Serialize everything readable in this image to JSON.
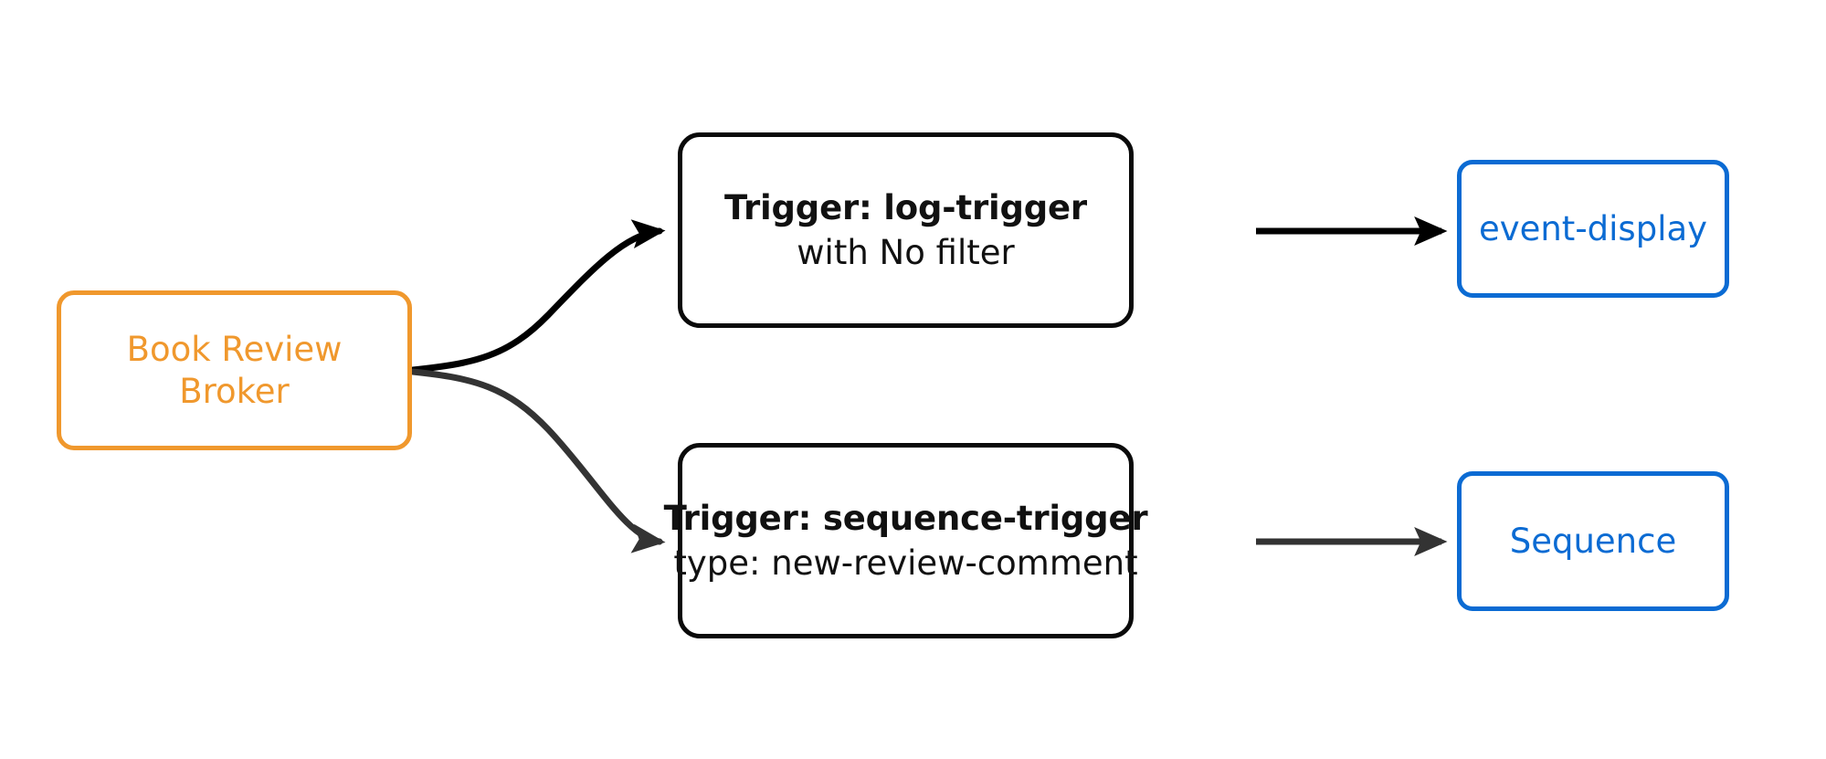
{
  "diagram": {
    "type": "flowchart",
    "direction": "left-to-right",
    "background": "#ffffff",
    "colors": {
      "broker": "#f0982d",
      "trigger": "#0a0a0a",
      "sink": "#0b6bd3",
      "edge_primary": "#000000",
      "edge_secondary": "#333333"
    }
  },
  "nodes": {
    "broker": {
      "label_line1": "Book Review",
      "label_line2": "Broker",
      "shape": "rounded-rectangle",
      "color": "#f0982d"
    },
    "trigger_log": {
      "title": "Trigger: log-trigger",
      "subtitle": "with No filter",
      "shape": "rounded-rectangle",
      "color": "#0a0a0a"
    },
    "trigger_sequence": {
      "title": "Trigger: sequence-trigger",
      "subtitle": "type: new-review-comment",
      "shape": "rounded-rectangle",
      "color": "#0a0a0a"
    },
    "sink_event_display": {
      "label": "event-display",
      "shape": "rounded-rectangle",
      "color": "#0b6bd3"
    },
    "sink_sequence": {
      "label": "Sequence",
      "shape": "rounded-rectangle",
      "color": "#0b6bd3"
    }
  },
  "edges": [
    {
      "name": "broker-to-log-trigger",
      "from": "broker",
      "to": "trigger_log",
      "label": "",
      "style": "curved",
      "color": "#000000",
      "arrowhead": "filled"
    },
    {
      "name": "broker-to-sequence-trigger",
      "from": "broker",
      "to": "trigger_sequence",
      "label": "",
      "style": "curved",
      "color": "#333333",
      "arrowhead": "filled"
    },
    {
      "name": "log-trigger-to-event-display",
      "from": "trigger_log",
      "to": "sink_event_display",
      "label": "",
      "style": "straight",
      "color": "#000000",
      "arrowhead": "filled"
    },
    {
      "name": "sequence-trigger-to-sequence",
      "from": "trigger_sequence",
      "to": "sink_sequence",
      "label": "",
      "style": "straight",
      "color": "#333333",
      "arrowhead": "filled"
    }
  ]
}
